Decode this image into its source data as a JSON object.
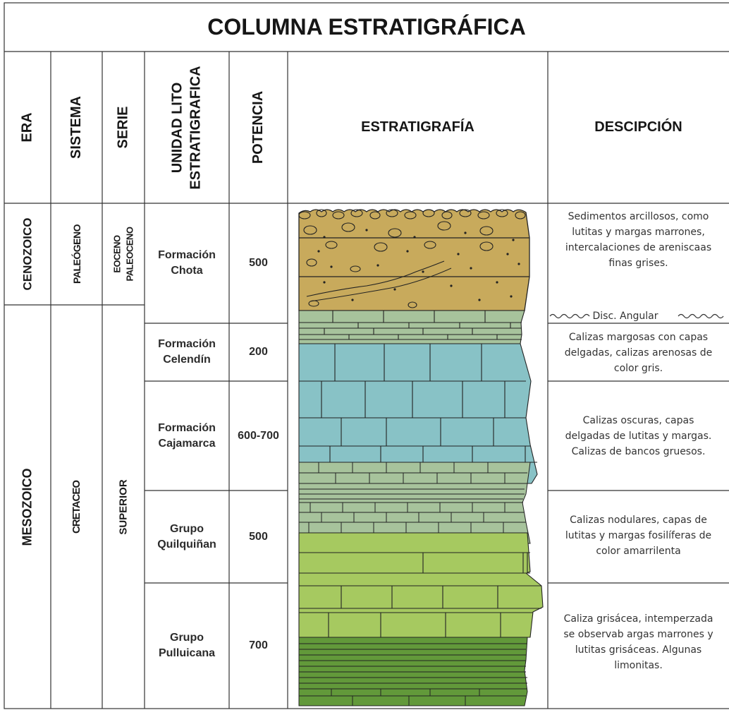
{
  "title": "COLUMNA ESTRATIGRÁFICA",
  "headers": {
    "era": "ERA",
    "sistema": "SISTEMA",
    "serie": "SERIE",
    "unidad_1": "UNIDAD LITO",
    "unidad_2": "ESTRATIGRAFICA",
    "potencia": "POTENCIA",
    "estratigrafia": "ESTRATIGRAFÍA",
    "descripcion": "DESCIPCIÓN"
  },
  "eras": [
    "CENOZOICO",
    "MESOZOICO"
  ],
  "sistemas": [
    "PALEÓGENO",
    "CRETACEO"
  ],
  "series": {
    "eoceno": "EOCENO",
    "paleoceno": "PALEOCENO",
    "superior": "SUPERIOR"
  },
  "units": [
    {
      "l1": "Formación",
      "l2": "Chota",
      "potencia": "500"
    },
    {
      "l1": "Formación",
      "l2": "Celendín",
      "potencia": "200"
    },
    {
      "l1": "Formación",
      "l2": "Cajamarca",
      "potencia": "600-700"
    },
    {
      "l1": "Grupo",
      "l2": "Quilquiñan",
      "potencia": "500"
    },
    {
      "l1": "Grupo",
      "l2": "Pulluicana",
      "potencia": "700"
    }
  ],
  "descriptions": [
    [
      "Sedimentos arcillosos, como",
      "lutitas y margas marrones,",
      "intercalaciones de areniscaas",
      "finas grises."
    ],
    [
      "Calizas margosas con capas",
      "delgadas, calizas arenosas de",
      "color gris."
    ],
    [
      "Calizas oscuras, capas",
      "delgadas de lutitas y margas.",
      "Calizas de bancos gruesos."
    ],
    [
      "Calizas nodulares, capas de",
      "lutitas y margas fosilíferas de",
      "color amarrilenta"
    ],
    [
      "Caliza grisácea, intemperzada",
      "se observab argas marrones y",
      "lutitas grisáceas. Algunas",
      "limonitas."
    ]
  ],
  "unconformity": "Disc. Angular",
  "colors": {
    "conglomerate": "#c7aa5a",
    "marl_green": "#a9c29a",
    "limestone_blue": "#86c1c4",
    "limestone_yellowgreen": "#a6c95f",
    "limestone_green": "#5f9a3a",
    "line": "#222222"
  }
}
